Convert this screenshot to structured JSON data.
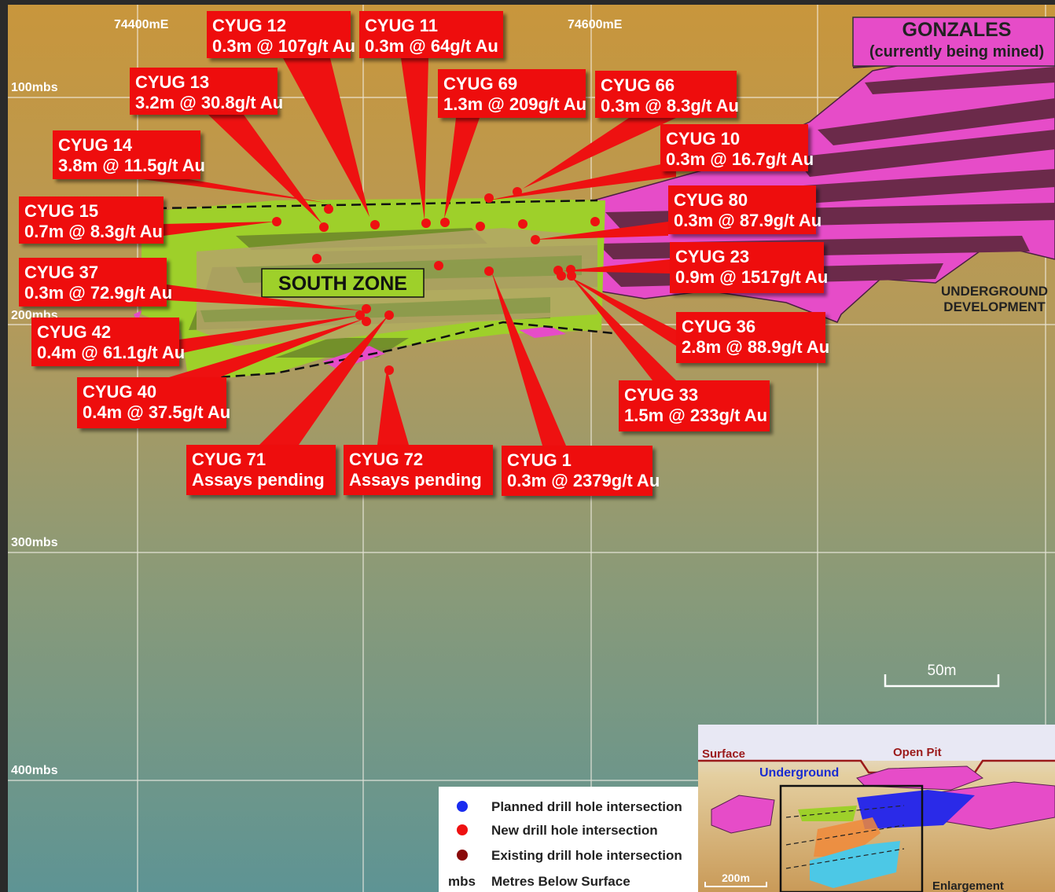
{
  "grid": {
    "easting": [
      "74400mE",
      "74600mE"
    ],
    "depth": [
      "100mbs",
      "200mbs",
      "300mbs",
      "400mbs"
    ]
  },
  "gonzales": {
    "title": "GONZALES",
    "subtitle": "(currently being mined)"
  },
  "south_zone": "SOUTH ZONE",
  "underground_dev": [
    "UNDERGROUND",
    "DEVELOPMENT"
  ],
  "callouts": [
    {
      "id": "CYUG 12",
      "result": "0.3m @ 107g/t Au"
    },
    {
      "id": "CYUG 11",
      "result": "0.3m @ 64g/t Au"
    },
    {
      "id": "CYUG 13",
      "result": "3.2m @ 30.8g/t Au"
    },
    {
      "id": "CYUG 69",
      "result": "1.3m @ 209g/t Au"
    },
    {
      "id": "CYUG 66",
      "result": "0.3m @ 8.3g/t Au"
    },
    {
      "id": "CYUG 14",
      "result": "3.8m @ 11.5g/t Au"
    },
    {
      "id": "CYUG 10",
      "result": "0.3m @ 16.7g/t Au"
    },
    {
      "id": "CYUG 15",
      "result": "0.7m @ 8.3g/t Au"
    },
    {
      "id": "CYUG 80",
      "result": "0.3m @ 87.9g/t Au"
    },
    {
      "id": "CYUG 37",
      "result": "0.3m @ 72.9g/t Au"
    },
    {
      "id": "CYUG 23",
      "result": "0.9m @ 1517g/t Au"
    },
    {
      "id": "CYUG 42",
      "result": "0.4m @ 61.1g/t Au"
    },
    {
      "id": "CYUG 36",
      "result": "2.8m @ 88.9g/t Au"
    },
    {
      "id": "CYUG 40",
      "result": "0.4m @ 37.5g/t Au"
    },
    {
      "id": "CYUG 33",
      "result": "1.5m @ 233g/t Au"
    },
    {
      "id": "CYUG 71",
      "result": "Assays pending"
    },
    {
      "id": "CYUG 72",
      "result": "Assays pending"
    },
    {
      "id": "CYUG 1",
      "result": "0.3m @ 2379g/t Au"
    }
  ],
  "scale_bar": "50m",
  "legend": [
    {
      "symbol": "blue-dot",
      "color": "#1a2cf0",
      "text": "Planned drill hole intersection"
    },
    {
      "symbol": "red-dot",
      "color": "#ee1111",
      "text": "New drill hole intersection"
    },
    {
      "symbol": "darkred-dot",
      "color": "#8a0a0a",
      "text": "Existing drill hole intersection"
    },
    {
      "symbol": "mbs",
      "text": "Metres Below Surface"
    }
  ],
  "inset": {
    "surface": "Surface",
    "open_pit": "Open Pit",
    "underground": "Underground",
    "scale": "200m",
    "enlargement": "Enlargement"
  },
  "colors": {
    "callout": "#ee1111",
    "ore_pink": "#e64cc8",
    "ore_dark": "#6b2a4a",
    "south_zone_green": "#9ed02a",
    "south_zone_dark": "#6f8a2a"
  }
}
